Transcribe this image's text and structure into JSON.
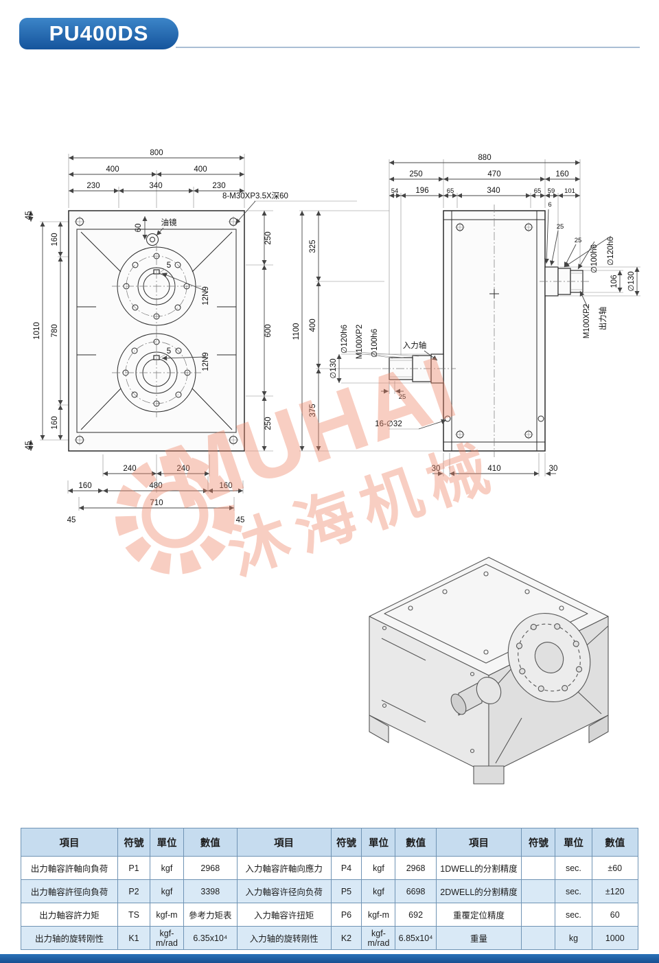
{
  "header": {
    "model": "PU400DS"
  },
  "watermark": {
    "brand": "MUHAI",
    "brand_cn": "沐海机械"
  },
  "front_view": {
    "d800": "800",
    "d400a": "400",
    "d400b": "400",
    "d230a": "230",
    "d340": "340",
    "d230b": "230",
    "bolt_callout": "8-M30XP3.5X深60",
    "oil": "油镜",
    "d60": "60",
    "r250a": "250",
    "r600": "600",
    "r250b": "250",
    "l45a": "45",
    "l160a": "160",
    "l1010": "1010",
    "l780": "780",
    "l160b": "160",
    "l45b": "45",
    "k5a": "5",
    "k12a": "12N9",
    "k5b": "5",
    "k12b": "12N9",
    "b240a": "240",
    "b240b": "240",
    "b160a": "160",
    "b480": "480",
    "b160b": "160",
    "b710": "710",
    "b45a": "45",
    "b45b": "45"
  },
  "side_view": {
    "d880": "880",
    "d250": "250",
    "d470": "470",
    "d160": "160",
    "d54": "54",
    "d196": "196",
    "d65a": "65",
    "d340": "340",
    "d65b": "65",
    "d59": "59",
    "d101": "101",
    "d6": "6",
    "d25a": "25",
    "d25b": "25",
    "o100": "∅100h6",
    "o120": "∅120h6",
    "o106": "106",
    "o130": "∅130",
    "othread": "M100XP2",
    "oshaft": "出力轴",
    "l1100": "1100",
    "l325": "325",
    "l400": "400",
    "l375": "375",
    "i130": "∅130",
    "i120": "∅120h6",
    "ithread": "M100XP2",
    "i100": "∅100h6",
    "ishaft": "入力轴",
    "d25c": "25",
    "holes": "16-∅32",
    "b30a": "30",
    "b410": "410",
    "b30b": "30"
  },
  "table": {
    "headers": [
      "項目",
      "符號",
      "單位",
      "數值",
      "項目",
      "符號",
      "單位",
      "數值",
      "項目",
      "符號",
      "單位",
      "數值"
    ],
    "rows": [
      [
        "出力軸容許軸向負荷",
        "P1",
        "kgf",
        "2968",
        "入力軸容許軸向應力",
        "P4",
        "kgf",
        "2968",
        "1DWELL的分割精度",
        "",
        "sec.",
        "±60"
      ],
      [
        "出力軸容許徑向負荷",
        "P2",
        "kgf",
        "3398",
        "入力軸容许径向负荷",
        "P5",
        "kgf",
        "6698",
        "2DWELL的分割精度",
        "",
        "sec.",
        "±120"
      ],
      [
        "出力軸容許力矩",
        "TS",
        "kgf-m",
        "參考力矩表",
        "入力軸容许扭矩",
        "P6",
        "kgf-m",
        "692",
        "重覆定位精度",
        "",
        "sec.",
        "60"
      ],
      [
        "出力轴的旋转刚性",
        "K1",
        "kgf-m/rad",
        "6.35x10⁴",
        "入力轴的旋转刚性",
        "K2",
        "kgf-m/rad",
        "6.85x10⁴",
        "重量",
        "",
        "kg",
        "1000"
      ]
    ]
  }
}
